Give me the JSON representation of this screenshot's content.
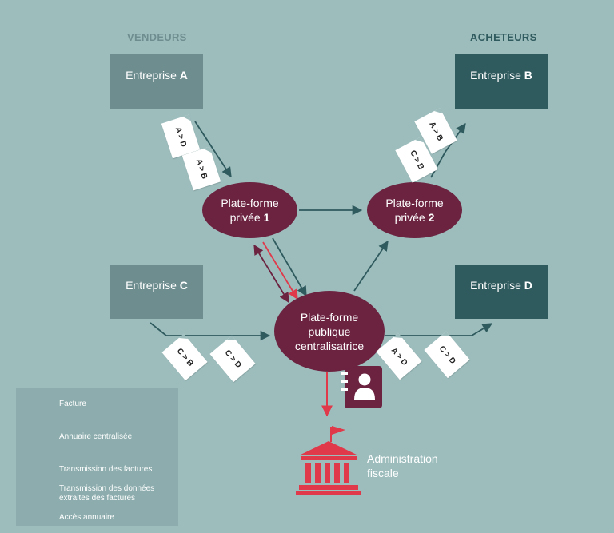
{
  "headers": {
    "vendeurs": "VENDEURS",
    "acheteurs": "ACHETEURS"
  },
  "entreprises": {
    "a": {
      "name": "Entreprise",
      "letter": "A"
    },
    "b": {
      "name": "Entreprise",
      "letter": "B"
    },
    "c": {
      "name": "Entreprise",
      "letter": "C"
    },
    "d": {
      "name": "Entreprise",
      "letter": "D"
    }
  },
  "platforms": {
    "p1": {
      "line1": "Plate-forme",
      "line2": "privée",
      "num": "1"
    },
    "p2": {
      "line1": "Plate-forme",
      "line2": "privée",
      "num": "2"
    },
    "pub": {
      "line1": "Plate-forme",
      "line2": "publique",
      "line3": "centralisatrice"
    }
  },
  "invoices": {
    "i1": "A > D",
    "i2": "A > B",
    "i3": "A > B",
    "i4": "C > B",
    "i5": "C > B",
    "i6": "C > D",
    "i7": "A > D",
    "i8": "C > D"
  },
  "admin": {
    "line1": "Administration",
    "line2": "fiscale"
  },
  "legend": {
    "facture": "Facture",
    "annuaire": "Annuaire centralisée",
    "transmission": "Transmission des factures",
    "donnees_line1": "Transmission des données",
    "donnees_line2": "extraites des factures",
    "acces": "Accès annuaire"
  },
  "colors": {
    "background": "#9dbdbd",
    "vendor_box": "#6e8d8f",
    "buyer_box": "#2f5a5e",
    "platform": "#6b2340",
    "invoice_arrow": "#2f5a5e",
    "data_arrow": "#e0394a",
    "directory_arrow": "#6b2340",
    "header_vendeurs": "#6e8d8f",
    "header_acheteurs": "#2f5a5e"
  }
}
